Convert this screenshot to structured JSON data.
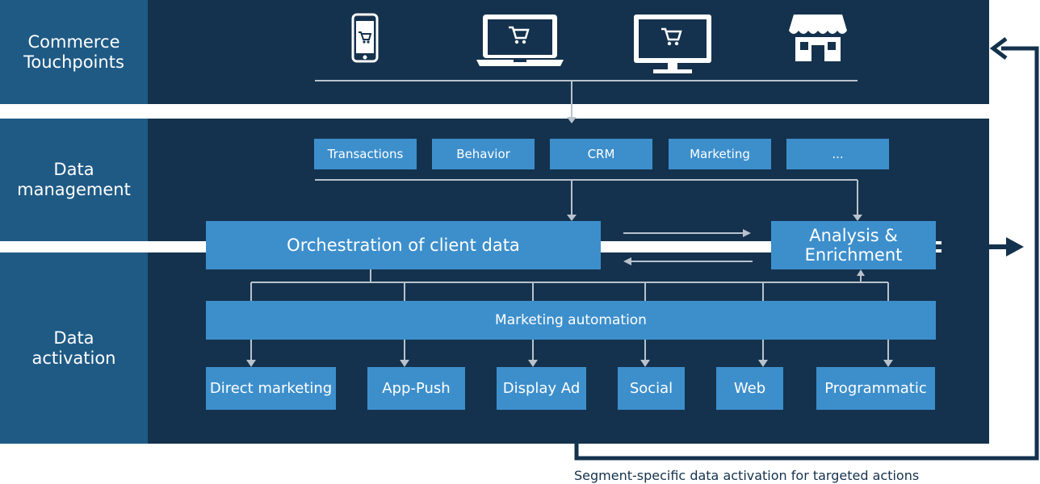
{
  "rows": [
    {
      "label": "Commerce\nTouchpoints"
    },
    {
      "label": "Data\nmanagement"
    },
    {
      "label": "Data\nactivation"
    }
  ],
  "touchpoints": [
    {
      "icon": "smartphone-cart-icon"
    },
    {
      "icon": "laptop-cart-icon"
    },
    {
      "icon": "desktop-monitor-cart-icon"
    },
    {
      "icon": "storefront-icon"
    }
  ],
  "sources": [
    "Transactions",
    "Behavior",
    "CRM",
    "Marketing",
    "..."
  ],
  "orchestration": "Orchestration of client data",
  "analysis": "Analysis &\nEnrichment",
  "automation": "Marketing automation",
  "channels": [
    "Direct marketing",
    "App-Push",
    "Display Ad",
    "Social",
    "Web",
    "Programmatic"
  ],
  "feedback_caption": "Segment-specific data activation for targeted actions",
  "colors": {
    "panel": "#14324d",
    "label_column": "#1f5a85",
    "box": "#3d8fcc",
    "connector": "#b8c2cc",
    "text_light": "#ffffff"
  }
}
